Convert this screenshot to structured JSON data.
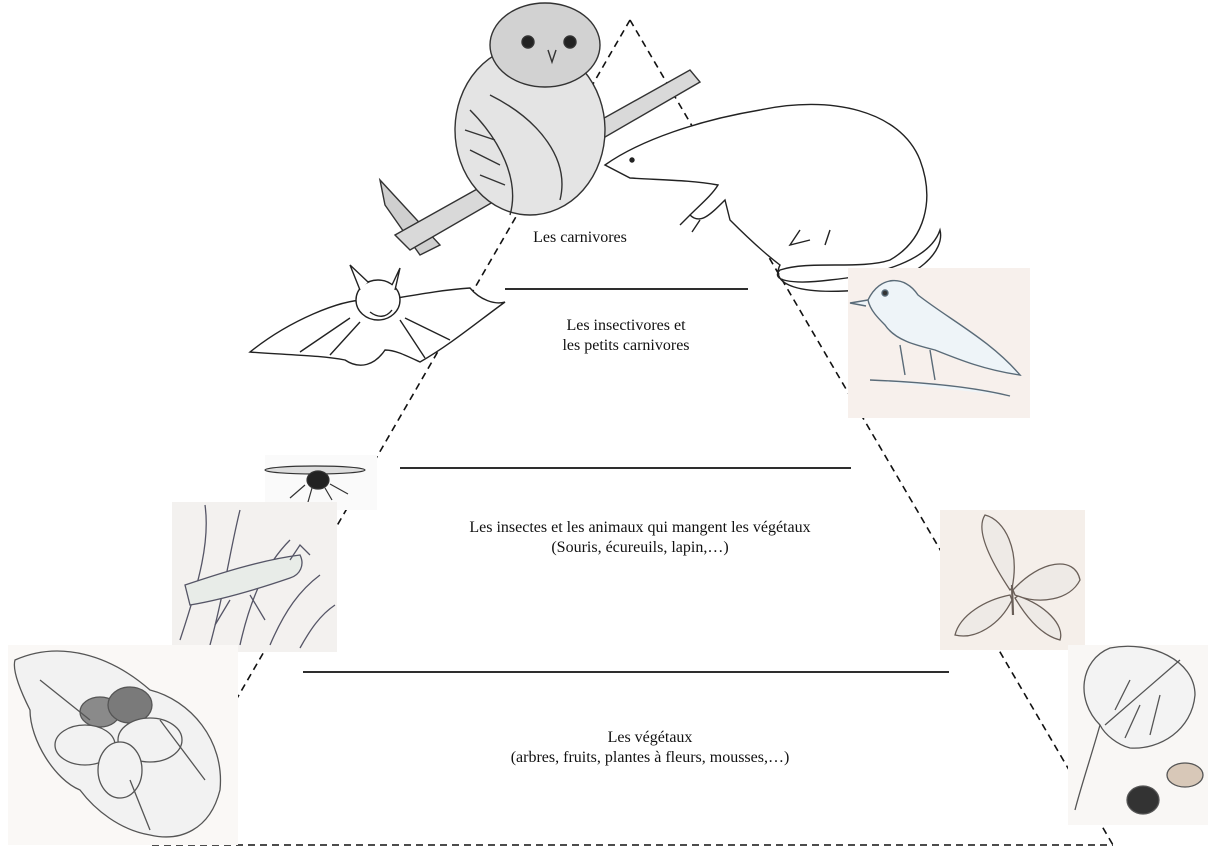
{
  "pyramid": {
    "levels": [
      {
        "id": "carnivores",
        "lines": [
          "Les carnivores"
        ]
      },
      {
        "id": "insectivores",
        "lines": [
          "Les insectivores et",
          "les petits carnivores"
        ]
      },
      {
        "id": "herbivores",
        "lines": [
          "Les insectes et les animaux qui mangent les végétaux",
          "(Souris, écureuils, lapin,…)"
        ]
      },
      {
        "id": "vegetaux",
        "lines": [
          "Les végétaux",
          "(arbres, fruits, plantes à fleurs, mousses,…)"
        ]
      }
    ]
  },
  "illustrations": [
    "owl-icon",
    "weasel-icon",
    "bat-icon",
    "bird-icon",
    "fly-icon",
    "grasshopper-icon",
    "butterfly-icon",
    "oak-leaf-acorn-icon",
    "beech-leaf-icon"
  ]
}
